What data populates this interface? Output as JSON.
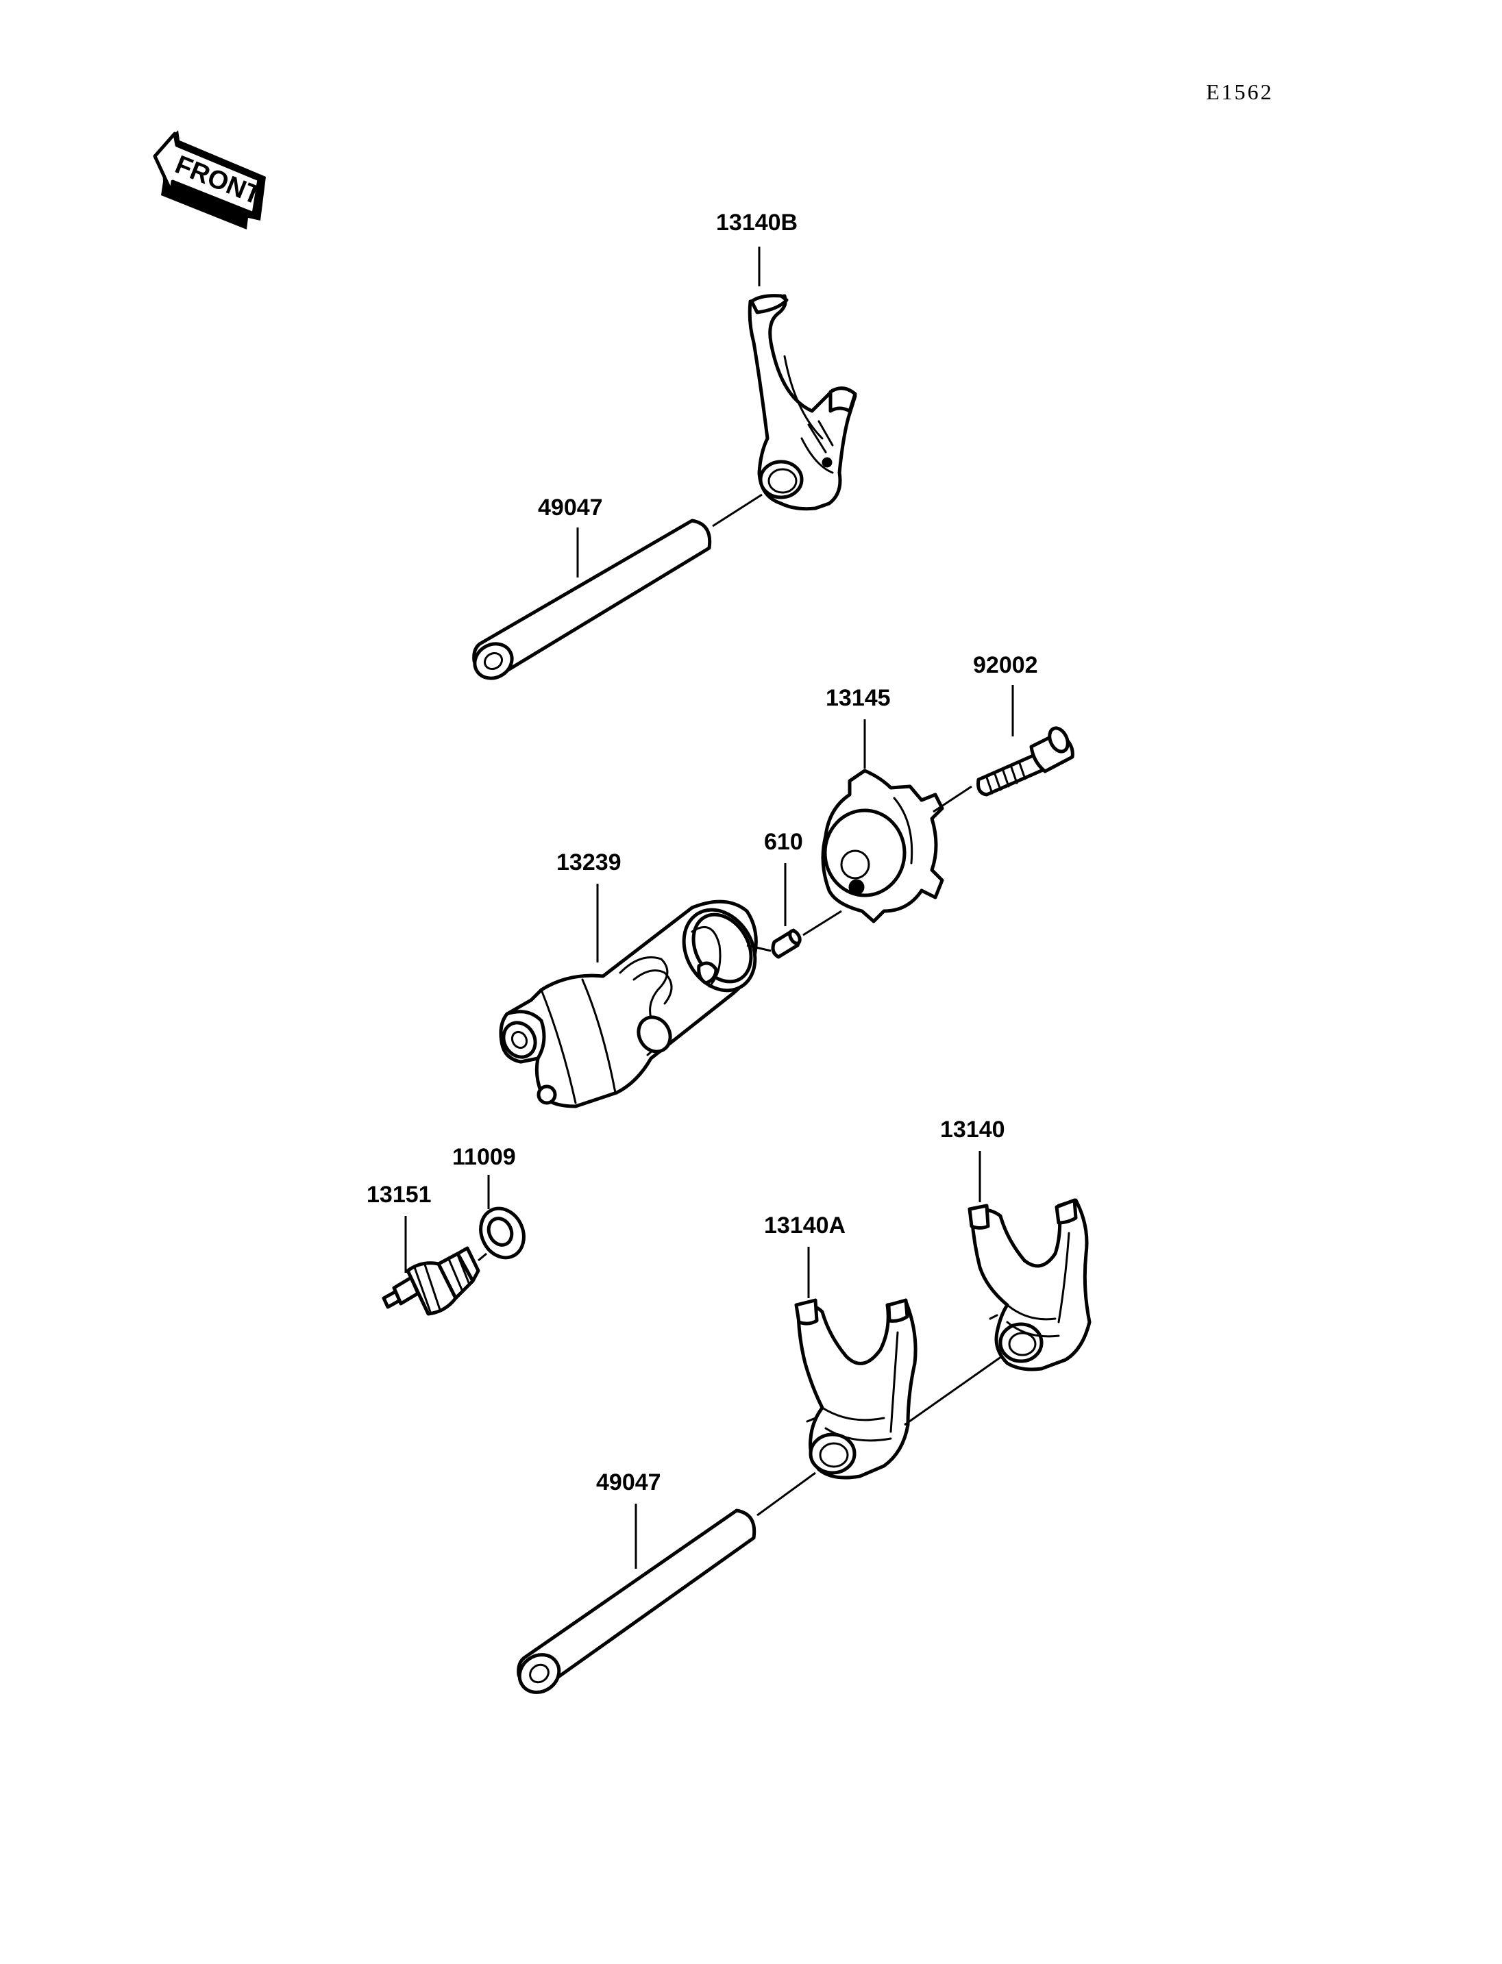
{
  "diagram": {
    "code": "E1562",
    "front_label": "FRONT",
    "labels": {
      "fork_13140B": "13140B",
      "shaft_upper": "49047",
      "bolt_92002": "92002",
      "plate_13145": "13145",
      "pin_610": "610",
      "drum_13239": "13239",
      "washer_11009": "11009",
      "switch_13151": "13151",
      "fork_13140": "13140",
      "fork_13140A": "13140A",
      "shaft_lower": "49047"
    }
  }
}
